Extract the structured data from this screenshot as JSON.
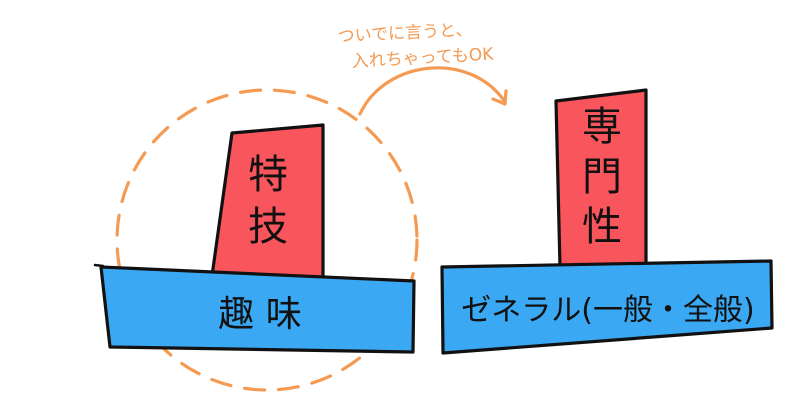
{
  "colors": {
    "base_bar": "#3aa8f2",
    "pillar": "#f8555d",
    "outline": "#111111",
    "accent": "#f59a52",
    "background": "#ffffff"
  },
  "left": {
    "base_label": "趣 味",
    "pillar_chars": [
      "特",
      "技"
    ]
  },
  "right": {
    "base_label": "ゼネラル(一般・全般)",
    "pillar_chars": [
      "専",
      "門",
      "性"
    ]
  },
  "note": {
    "line1": "ついでに言うと、",
    "line2": "入れちゃってもOK"
  }
}
